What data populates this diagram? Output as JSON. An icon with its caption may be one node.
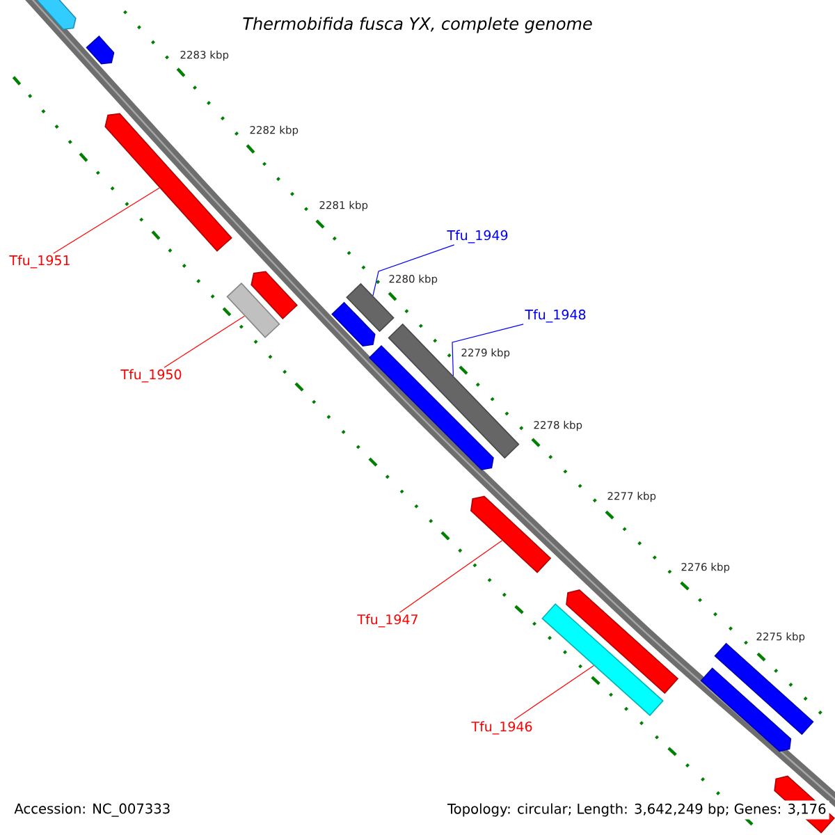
{
  "diagram": {
    "title": "Thermobifida fusca YX, complete genome",
    "nodes": [
      {
        "text": [],
        "shape": "pentagon"
      },
      {
        "text": [],
        "shape": "pentagon"
      },
      {
        "text": [],
        "shape": "pentagon"
      },
      {
        "text": [
          "Tfu_1951"
        ]
      },
      {
        "text": [],
        "shape": "pentagon"
      },
      {
        "text": [],
        "shape": "box"
      },
      {
        "text": [
          "Tfu_1950"
        ]
      },
      {
        "text": [],
        "shape": "box"
      },
      {
        "text": [],
        "shape": "box"
      },
      {
        "text": [],
        "shape": "pentagon"
      },
      {
        "text": [],
        "shape": "pentagon"
      },
      {
        "text": [
          "Tfu_1949"
        ]
      },
      {
        "text": [
          "Tfu_1948"
        ]
      },
      {
        "text": [],
        "shape": "pentagon"
      },
      {
        "text": [
          "Tfu_1947"
        ]
      },
      {
        "text": [],
        "shape": "pentagon"
      },
      {
        "text": [],
        "shape": "box"
      },
      {
        "text": [
          "Tfu_1946"
        ]
      },
      {
        "text": [],
        "shape": "box"
      },
      {
        "text": [],
        "shape": "pentagon"
      },
      {
        "text": [],
        "shape": "pentagon"
      }
    ],
    "edges": [
      {
        "from": 3,
        "to": 2,
        "arrow": "none"
      },
      {
        "from": 6,
        "to": 5,
        "arrow": "none"
      },
      {
        "from": 11,
        "to": 7,
        "arrow": "none",
        "color": "#0000ff"
      },
      {
        "from": 12,
        "to": 8,
        "arrow": "none",
        "color": "#0000ff"
      },
      {
        "from": 14,
        "to": 13,
        "arrow": "none"
      },
      {
        "from": 17,
        "to": 16,
        "arrow": "none"
      }
    ],
    "labels": [
      "2283 kbp",
      "2282 kbp",
      "2281 kbp",
      "2280 kbp",
      "2279 kbp",
      "2278 kbp",
      "2277 kbp",
      "2276 kbp",
      "2275 kbp",
      "Accession: NC_007333",
      "Topology: circular; Length: 3,642,249 bp; Genes: 3,176"
    ]
  }
}
